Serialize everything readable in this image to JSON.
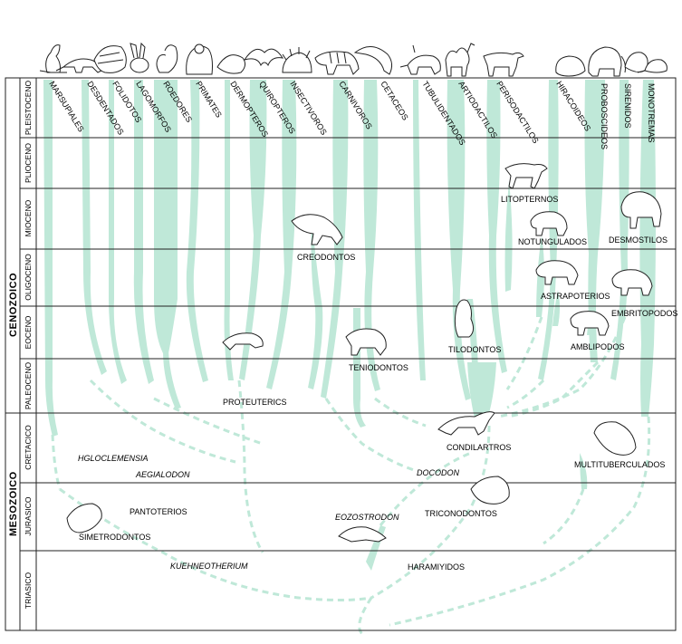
{
  "eras": [
    {
      "name": "CENOZOICO"
    },
    {
      "name": "MESOZOICO"
    }
  ],
  "periods": [
    "PLEISTOCENO",
    "PLIOCENO",
    "MIOCENO",
    "OLIGOCENO",
    "EOCENO",
    "PALEOCENO",
    "CRETACICO",
    "JURASICO",
    "TRIASICO"
  ],
  "living_groups": [
    "MARSUPIALES",
    "DESDENTADOS",
    "FOLIDOTOS",
    "LAGOMORFOS",
    "ROEDORES",
    "PRIMATES",
    "DERMOPTEROS",
    "QUIROPTEROS",
    "INSECTIVOROS",
    "CARNIVOROS",
    "CETACEOS",
    "TUBULIDENTADOS",
    "ARTIODACTILOS",
    "PERISODACTILOS",
    "HIRACOIDEOS",
    "PROBOSCIDEOS",
    "SIRENIDOS",
    "MONOTREMAS"
  ],
  "extinct_groups": {
    "litopternos": "LITOPTERNOS",
    "notungulados": "NOTUNGULADOS",
    "desmostilos": "DESMOSTILOS",
    "creodontos": "CREODONTOS",
    "astrapoterios": "ASTRAPOTERIOS",
    "embritopodos": "EMBRITOPODOS",
    "amblipodos": "AMBLIPODOS",
    "tilodontos": "TILODONTOS",
    "teniodontos": "TENIODONTOS",
    "proteutericos": "PROTEUTERICS",
    "condilartros": "CONDILARTROS",
    "multituberculados": "MULTITUBERCULADOS",
    "pantoterios": "PANTOTERIOS",
    "simetrodontos": "SIMETRODONTOS",
    "triconodontos": "TRICONODONTOS",
    "haramiyidos": "HARAMIYIDOS"
  },
  "genera": {
    "hgloclemensia": "HGLOCLEMENSIA",
    "aegialodon": "AEGIALODON",
    "docodon": "DOCODON",
    "eozostrodon": "EOZOSTRODON",
    "kuehneotherium": "KUEHNEOTHERIUM"
  },
  "colors": {
    "branch": "#bfe8d8",
    "lines": "#222222",
    "background": "#ffffff"
  },
  "icons": [
    "kangaroo-icon",
    "anteater-icon",
    "pangolin-icon",
    "rabbit-icon",
    "squirrel-icon",
    "gorilla-icon",
    "colugo-icon",
    "bat-icon",
    "hedgehog-icon",
    "tiger-icon",
    "dolphin-icon",
    "aardvark-icon",
    "camel-icon",
    "horse-icon",
    "hyrax-icon",
    "elephant-icon",
    "manatee-icon",
    "platypus-icon"
  ]
}
